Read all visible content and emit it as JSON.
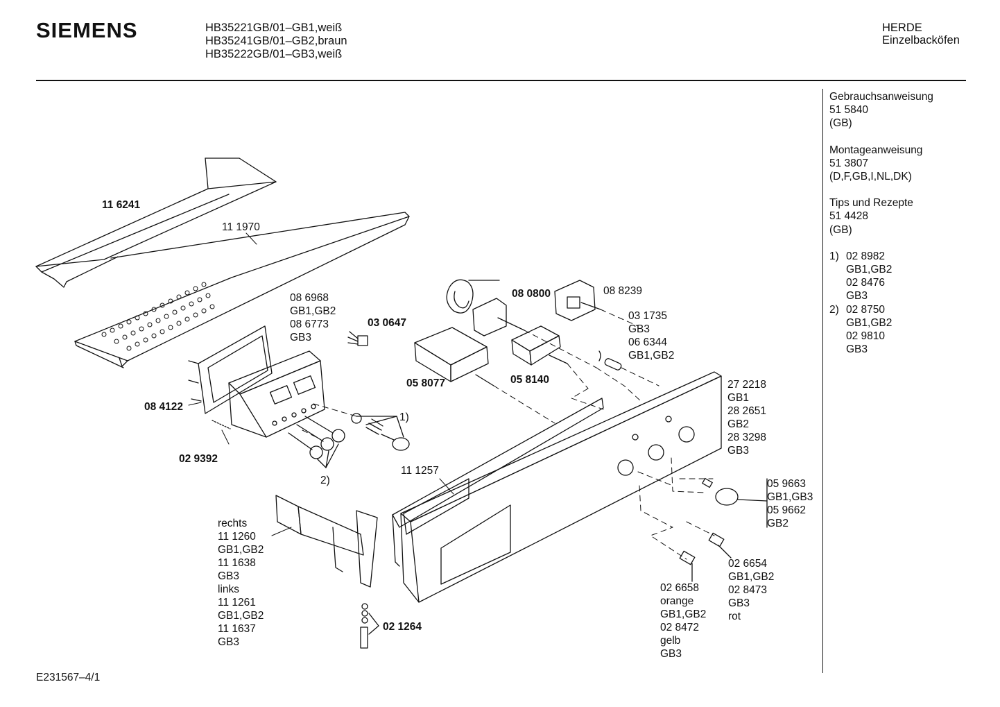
{
  "header": {
    "brand": "SIEMENS",
    "models": [
      "HB35221GB/01–GB1,weiß",
      "HB35241GB/01–GB2,braun",
      "HB35222GB/01–GB3,weiß"
    ],
    "category": [
      "HERDE",
      "Einzelbacköfen"
    ]
  },
  "side_panel": {
    "docs": [
      {
        "title": "Gebrauchsanweisung",
        "number": "51 5840",
        "note": "(GB)"
      },
      {
        "title": "Montageanweisung",
        "number": "51 3807",
        "note": "(D,F,GB,I,NL,DK)"
      },
      {
        "title": "Tips und Rezepte",
        "number": "51 4428",
        "note": "(GB)"
      }
    ],
    "refs": [
      {
        "num": "1)",
        "lines": [
          "02 8982",
          "GB1,GB2",
          "02 8476",
          "GB3"
        ]
      },
      {
        "num": "2)",
        "lines": [
          "02 8750",
          "GB1,GB2",
          "02 9810",
          "GB3"
        ]
      }
    ]
  },
  "footer": {
    "code": "E231567–4/1"
  },
  "labels": {
    "l_116241": "11 6241",
    "l_111970": "11 1970",
    "l_086968": [
      "08 6968",
      "GB1,GB2",
      "08 6773",
      "GB3"
    ],
    "l_030647": "03 0647",
    "l_080800": "08 0800",
    "l_088239": "08 8239",
    "l_031735": [
      "03 1735",
      "GB3",
      "06 6344",
      "GB1,GB2"
    ],
    "l_058077": "05 8077",
    "l_058140": "05 8140",
    "l_084122": "08 4122",
    "l_029392": "02 9392",
    "l_ref1": "1)",
    "l_ref2": "2)",
    "l_111257": "11 1257",
    "l_272218": [
      "27 2218",
      "GB1",
      "28 2651",
      "GB2",
      "28 3298",
      "GB3"
    ],
    "l_059663": [
      "05 9663",
      "GB1,GB3",
      "05 9662",
      "GB2"
    ],
    "l_rechts": [
      "rechts",
      "11 1260",
      "GB1,GB2",
      "11 1638",
      "GB3",
      "links",
      "11 1261",
      "GB1,GB2",
      "11 1637",
      "GB3"
    ],
    "l_021264": "02 1264",
    "l_026658": [
      "02 6658",
      "orange",
      "GB1,GB2",
      "02 8472",
      "gelb",
      "GB3"
    ],
    "l_026654": [
      "02 6654",
      "GB1,GB2",
      "02 8473",
      "GB3",
      "rot"
    ]
  }
}
